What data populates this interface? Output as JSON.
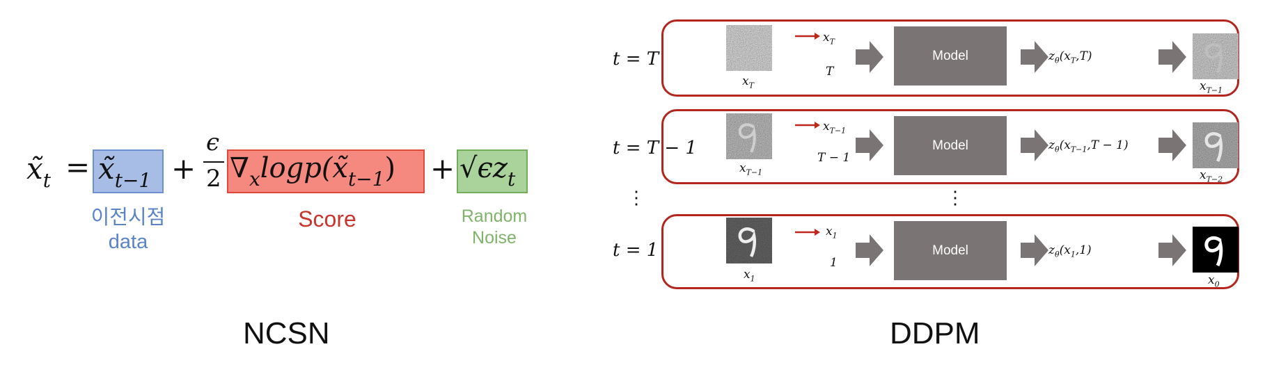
{
  "ncsn": {
    "lhs": "x̃",
    "lhs_sub": "t",
    "eq": "=",
    "prev_term": "x̃",
    "prev_term_sub": "t−1",
    "plus1": "+",
    "frac_num": "ϵ",
    "frac_den": "2",
    "score_grad": "∇",
    "score_grad_sub": "x",
    "score_log": "logp(x̃",
    "score_log_sub": "t−1",
    "score_close": ")",
    "plus2": "+",
    "noise_term": "√ϵz",
    "noise_sub": "t",
    "label_prev_line1": "이전시점",
    "label_prev_line2": "data",
    "label_score": "Score",
    "label_noise_line1": "Random",
    "label_noise_line2": "Noise",
    "title": "NCSN",
    "colors": {
      "blue": "#5b84c8",
      "red": "#c8352b",
      "green": "#7fb36a"
    }
  },
  "ddpm": {
    "title": "DDPM",
    "model_label": "Model",
    "rows": [
      {
        "t_label": "t = T",
        "thumb_label": "x",
        "thumb_sub": "T",
        "input_x": "x",
        "input_x_sub": "T",
        "input_t": "T",
        "output": "z",
        "output_sub": "θ",
        "output_args": "(x",
        "output_args_sub": "T",
        "output_args_tail": ",T)",
        "result_label": "x",
        "result_sub": "T−1",
        "thumb_kind": "noise",
        "result_kind": "noisy-digit"
      },
      {
        "t_label": "t = T − 1",
        "thumb_label": "x",
        "thumb_sub": "T−1",
        "input_x": "x",
        "input_x_sub": "T−1",
        "input_t": "T − 1",
        "output": "z",
        "output_sub": "θ",
        "output_args": "(x",
        "output_args_sub": "T−1",
        "output_args_tail": ",T − 1)",
        "result_label": "x",
        "result_sub": "T−2",
        "thumb_kind": "noisy-digit",
        "result_kind": "digit-grey"
      },
      {
        "t_label": "t = 1",
        "thumb_label": "x",
        "thumb_sub": "1",
        "input_x": "x",
        "input_x_sub": "1",
        "input_t": "1",
        "output": "z",
        "output_sub": "θ",
        "output_args": "(x",
        "output_args_sub": "1",
        "output_args_tail": ",1)",
        "result_label": "x",
        "result_sub": "0",
        "thumb_kind": "digit-dark",
        "result_kind": "digit-clean"
      }
    ],
    "ellipsis": "⋮",
    "colors": {
      "frame": "#b3261e",
      "model": "#7a7474",
      "arrow": "#7a7474",
      "red_arrow": "#c0271c"
    }
  }
}
